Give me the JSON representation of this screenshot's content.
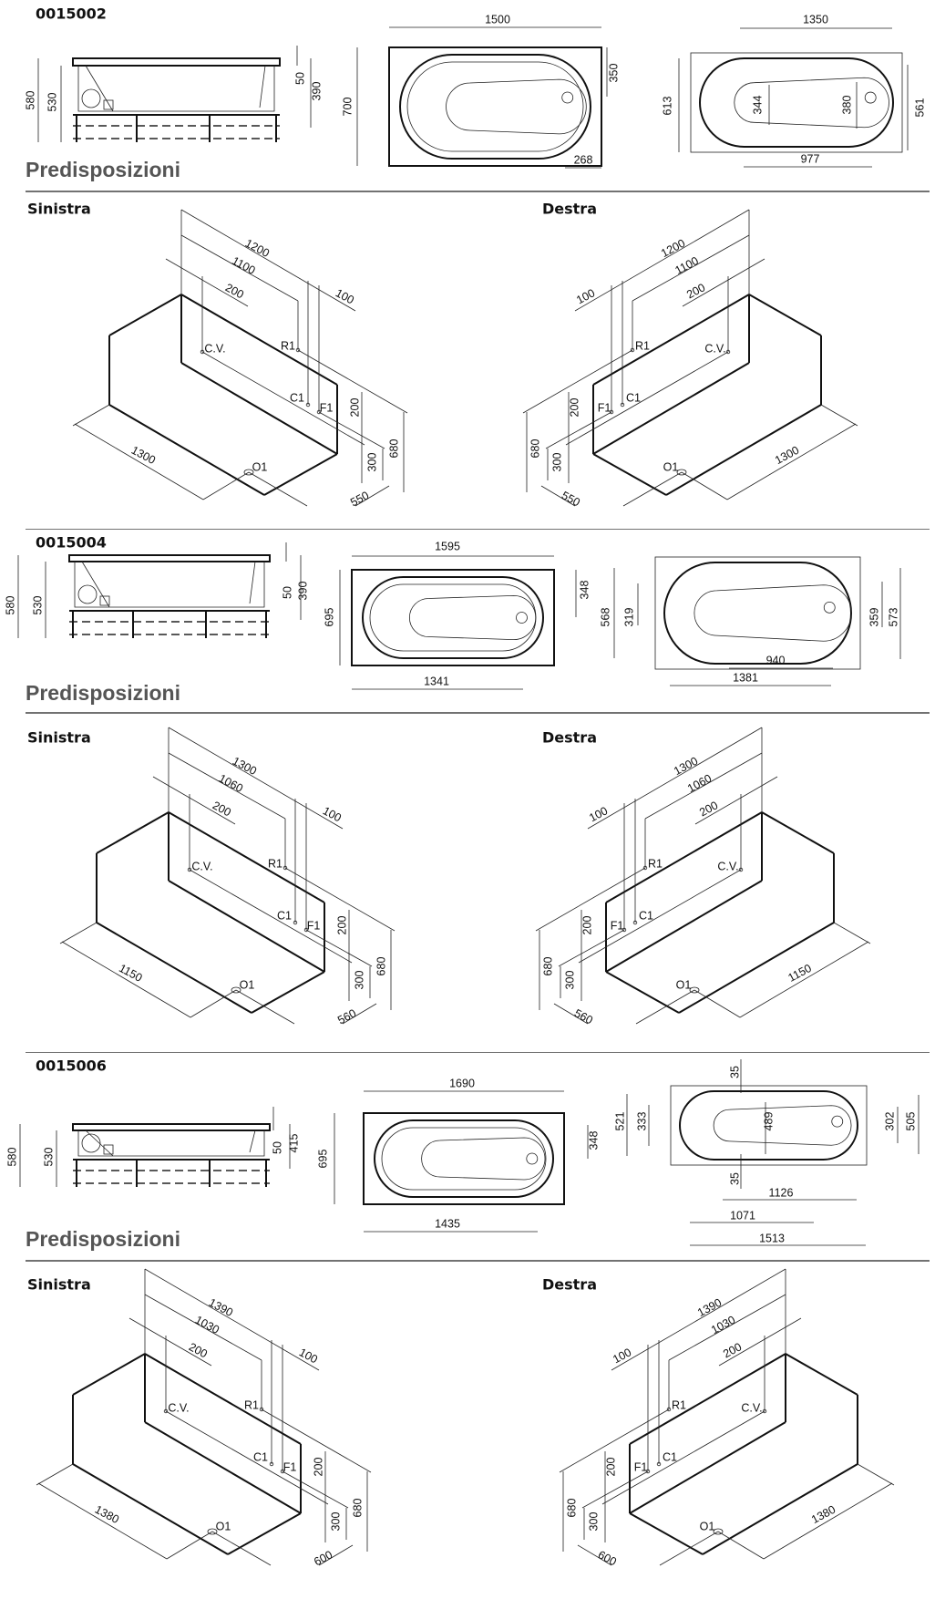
{
  "sections": [
    {
      "code": "0015002",
      "side_view": {
        "dims": [
          "580",
          "530",
          "50",
          "390"
        ]
      },
      "top_view": {
        "dims": [
          "1500",
          "700",
          "350",
          "268"
        ]
      },
      "plan_view": {
        "dims": [
          "1350",
          "613",
          "344",
          "380",
          "561",
          "977"
        ]
      },
      "heading": "Predisposizioni",
      "left": {
        "title": "Sinistra",
        "dims": [
          "1200",
          "1100",
          "200",
          "100",
          "200",
          "300",
          "680",
          "1300",
          "550"
        ],
        "points": [
          "C.V.",
          "R1",
          "C1",
          "F1",
          "O1"
        ]
      },
      "right": {
        "title": "Destra",
        "dims": [
          "1200",
          "1100",
          "200",
          "100",
          "200",
          "300",
          "680",
          "1300",
          "550"
        ],
        "points": [
          "C.V.",
          "R1",
          "C1",
          "F1",
          "O1"
        ]
      }
    },
    {
      "code": "0015004",
      "side_view": {
        "dims": [
          "580",
          "530",
          "50",
          "390"
        ]
      },
      "top_view": {
        "dims": [
          "1595",
          "695",
          "348",
          "1341"
        ]
      },
      "plan_view": {
        "dims": [
          "568",
          "319",
          "359",
          "573",
          "940",
          "1381"
        ]
      },
      "heading": "Predisposizioni",
      "left": {
        "title": "Sinistra",
        "dims": [
          "1300",
          "1060",
          "200",
          "100",
          "200",
          "300",
          "680",
          "1150",
          "560"
        ],
        "points": [
          "C.V.",
          "R1",
          "C1",
          "F1",
          "O1"
        ]
      },
      "right": {
        "title": "Destra",
        "dims": [
          "1300",
          "1060",
          "200",
          "100",
          "200",
          "300",
          "680",
          "1150",
          "560"
        ],
        "points": [
          "C.V.",
          "R1",
          "C1",
          "F1",
          "O1"
        ]
      }
    },
    {
      "code": "0015006",
      "side_view": {
        "dims": [
          "580",
          "530",
          "50",
          "415"
        ]
      },
      "top_view": {
        "dims": [
          "1690",
          "695",
          "348",
          "1435"
        ]
      },
      "plan_view": {
        "dims": [
          "35",
          "521",
          "333",
          "489",
          "302",
          "505",
          "35",
          "1126",
          "1071",
          "1513"
        ]
      },
      "heading": "Predisposizioni",
      "left": {
        "title": "Sinistra",
        "dims": [
          "1390",
          "1030",
          "200",
          "100",
          "200",
          "300",
          "680",
          "1380",
          "600"
        ],
        "points": [
          "C.V.",
          "R1",
          "C1",
          "F1",
          "O1"
        ]
      },
      "right": {
        "title": "Destra",
        "dims": [
          "1390",
          "1030",
          "200",
          "100",
          "200",
          "300",
          "680",
          "1380",
          "600"
        ],
        "points": [
          "C.V.",
          "R1",
          "C1",
          "F1",
          "O1"
        ]
      }
    }
  ]
}
